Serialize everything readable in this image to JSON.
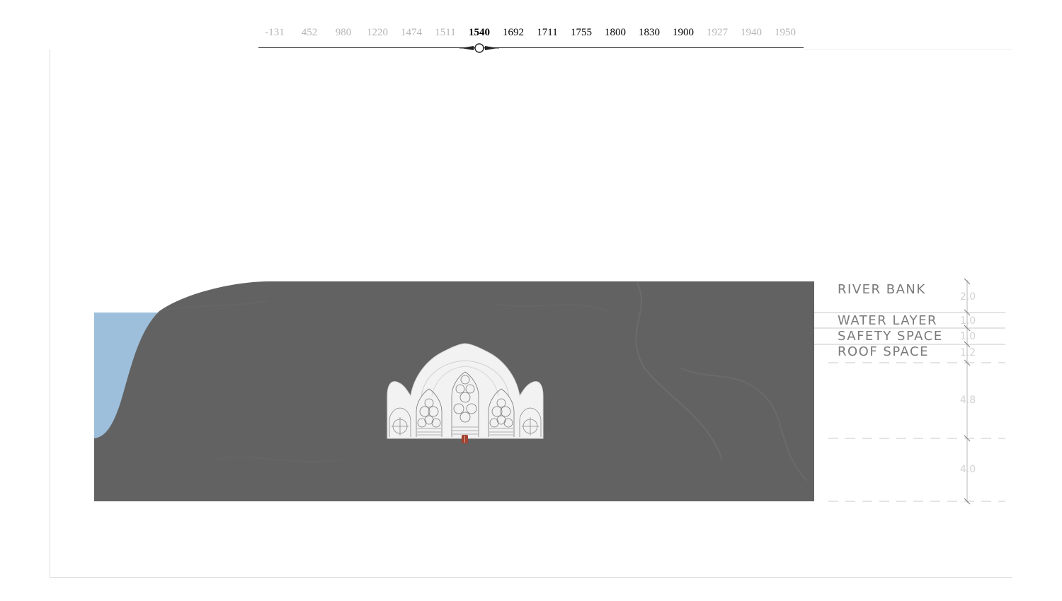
{
  "timeline": {
    "years": [
      {
        "label": "-131",
        "state": "inactive"
      },
      {
        "label": "452",
        "state": "inactive"
      },
      {
        "label": "980",
        "state": "inactive"
      },
      {
        "label": "1220",
        "state": "inactive"
      },
      {
        "label": "1474",
        "state": "inactive"
      },
      {
        "label": "1511",
        "state": "inactive"
      },
      {
        "label": "1540",
        "state": "current"
      },
      {
        "label": "1692",
        "state": "active"
      },
      {
        "label": "1711",
        "state": "active"
      },
      {
        "label": "1755",
        "state": "active"
      },
      {
        "label": "1800",
        "state": "active"
      },
      {
        "label": "1830",
        "state": "active"
      },
      {
        "label": "1900",
        "state": "active"
      },
      {
        "label": "1927",
        "state": "inactive"
      },
      {
        "label": "1940",
        "state": "inactive"
      },
      {
        "label": "1950",
        "state": "inactive"
      }
    ],
    "selected": "1540"
  },
  "layers": [
    {
      "label": "RIVER BANK",
      "value": "2.0"
    },
    {
      "label": "WATER LAYER",
      "value": "1.0"
    },
    {
      "label": "SAFETY SPACE",
      "value": "1.0"
    },
    {
      "label": "ROOF SPACE",
      "value": "1.2"
    },
    {
      "label": "",
      "value": "4.8"
    },
    {
      "label": "",
      "value": "4.0"
    }
  ],
  "colors": {
    "ground": "#626262",
    "water": "#9dbfdb",
    "structure": "#f2f2f2",
    "door": "#a4402e",
    "dimension_line": "#9a9a9a",
    "inactive_year": "#b5b5b5",
    "active_year": "#000000"
  }
}
